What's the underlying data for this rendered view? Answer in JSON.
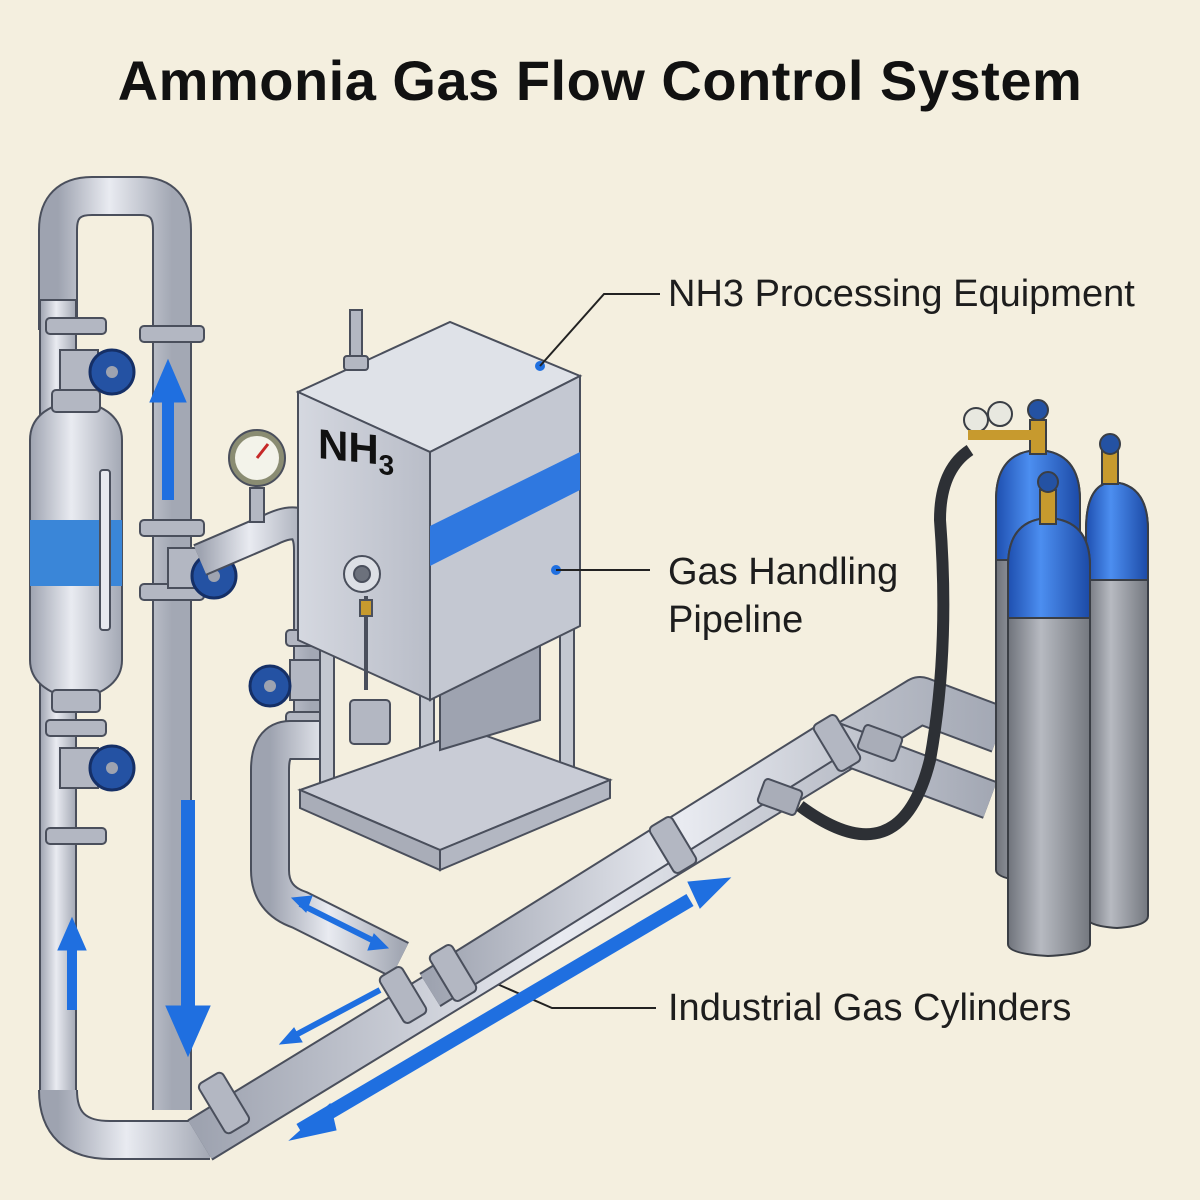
{
  "title": "Ammonia Gas Flow Control System",
  "equipment_label": {
    "main": "NH",
    "sub": "3"
  },
  "callouts": {
    "processing": "NH3 Processing Equipment",
    "pipeline_line1": "Gas Handling",
    "pipeline_line2": "Pipeline",
    "cylinders": "Industrial Gas Cylinders"
  },
  "colors": {
    "background": "#f4efdf",
    "pipe": "#c9ccd6",
    "pipe_outline": "#4a4f5c",
    "flow_arrow": "#1f6fe0",
    "valve_handle": "#2452a3",
    "cylinder_top": "#2f6fd6",
    "cylinder_body": "#8f9299",
    "brass": "#c79a2e"
  },
  "icons": [
    "gate-valve-icon",
    "pressure-gauge-icon",
    "flow-arrow-icon",
    "gas-cylinder-icon"
  ]
}
